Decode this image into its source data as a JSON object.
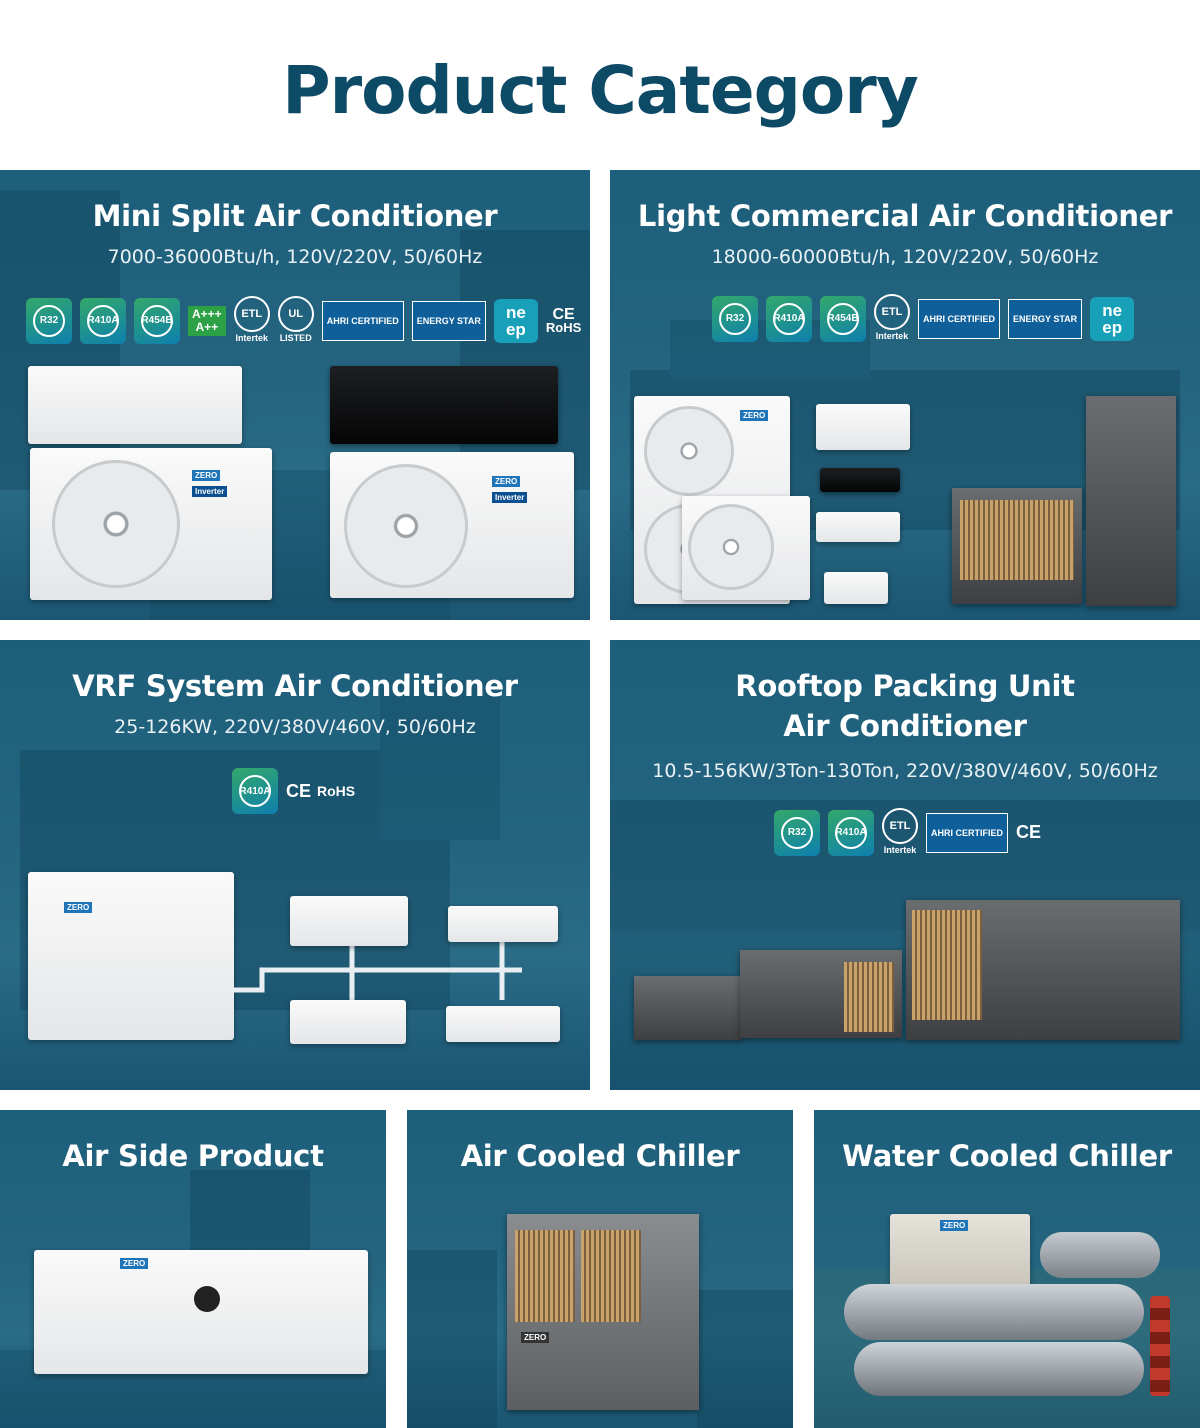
{
  "page": {
    "title": "Product Category"
  },
  "cards": [
    {
      "title": "Mini Split Air Conditioner",
      "spec": "7000-36000Btu/h, 120V/220V, 50/60Hz",
      "badges": [
        "R32",
        "R410A",
        "R454B",
        "A+++",
        "A++",
        "Intertek",
        "LISTED",
        "AHRI CERTIFIED",
        "ENERGY STAR",
        "ne ep",
        "CE",
        "RoHS"
      ]
    },
    {
      "title": "Light Commercial Air Conditioner",
      "spec": "18000-60000Btu/h, 120V/220V, 50/60Hz",
      "badges": [
        "R32",
        "R410A",
        "R454B",
        "Intertek",
        "AHRI CERTIFIED",
        "ENERGY STAR",
        "ne ep"
      ]
    },
    {
      "title": "VRF System Air Conditioner",
      "spec": "25-126KW, 220V/380V/460V, 50/60Hz",
      "badges": [
        "R410A",
        "CE",
        "RoHS"
      ]
    },
    {
      "title_line1": "Rooftop Packing Unit",
      "title_line2": "Air Conditioner",
      "spec": "10.5-156KW/3Ton-130Ton, 220V/380V/460V, 50/60Hz",
      "badges": [
        "R32",
        "R410A",
        "Intertek",
        "AHRI CERTIFIED",
        "CE"
      ]
    },
    {
      "title": "Air Side Product"
    },
    {
      "title": "Air Cooled Chiller"
    },
    {
      "title": "Water Cooled Chiller"
    }
  ],
  "brand": {
    "logo": "ZERO",
    "inverter": "Inverter"
  },
  "colors": {
    "title": "#0d4a66",
    "card_bg": "#24647f",
    "badge_green": "#33a86a",
    "badge_blue": "#0e7fae"
  },
  "icons": [
    "refrigerant-leaf-icon",
    "etl-mark-icon",
    "ul-mark-icon",
    "energy-star-icon",
    "ce-mark-icon"
  ]
}
